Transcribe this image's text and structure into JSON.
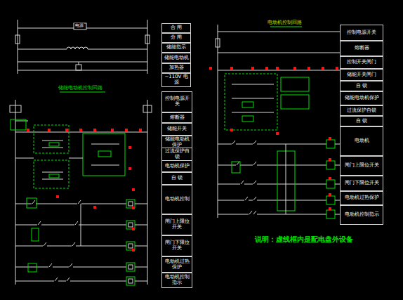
{
  "diagram": {
    "nodes": [
      {
        "text": [
          "合 闸"
        ]
      },
      {
        "text": [
          "分 闸"
        ]
      },
      {
        "text": [
          "储能指示"
        ]
      },
      {
        "text": [
          "储能电动机"
        ]
      },
      {
        "text": [
          "加热器"
        ]
      },
      {
        "text": [
          "~110V 电源"
        ]
      },
      {
        "text": [
          "控制电源开关"
        ]
      },
      {
        "text": [
          "熔断器"
        ]
      },
      {
        "text": [
          "储能开关"
        ]
      },
      {
        "text": [
          "储能电动机保护"
        ]
      },
      {
        "text": [
          "过流保护自锁"
        ]
      },
      {
        "text": [
          "电动机保护"
        ]
      },
      {
        "text": [
          "自 锁"
        ]
      },
      {
        "text": [
          "电动机控制"
        ]
      },
      {
        "text": [
          "闸门上限位开关"
        ]
      },
      {
        "text": [
          "闸门下限位开关"
        ]
      },
      {
        "text": [
          "电动机过热保护"
        ]
      },
      {
        "text": [
          "电动机控制指示"
        ]
      },
      {
        "text": [
          "控制电源开关"
        ]
      },
      {
        "text": [
          "熔断器"
        ]
      },
      {
        "text": [
          "控制开关闸门"
        ]
      },
      {
        "text": [
          "储能开关闸门"
        ]
      },
      {
        "text": [
          "自 锁"
        ]
      },
      {
        "text": [
          "储能电动机保护"
        ]
      },
      {
        "text": [
          "过流保护自锁"
        ]
      },
      {
        "text": [
          "自 锁"
        ]
      },
      {
        "text": [
          "电动机"
        ]
      },
      {
        "text": [
          "闸门上限位开关"
        ]
      },
      {
        "text": [
          "闸门下限位开关"
        ]
      },
      {
        "text": [
          "电动机过热保护"
        ]
      },
      {
        "text": [
          "电动机控制指示"
        ]
      }
    ],
    "labels": [
      "电源",
      "储能电动机控制回路",
      "电动机控制回路",
      "说明：虚线框内是配电盘外设备"
    ]
  }
}
